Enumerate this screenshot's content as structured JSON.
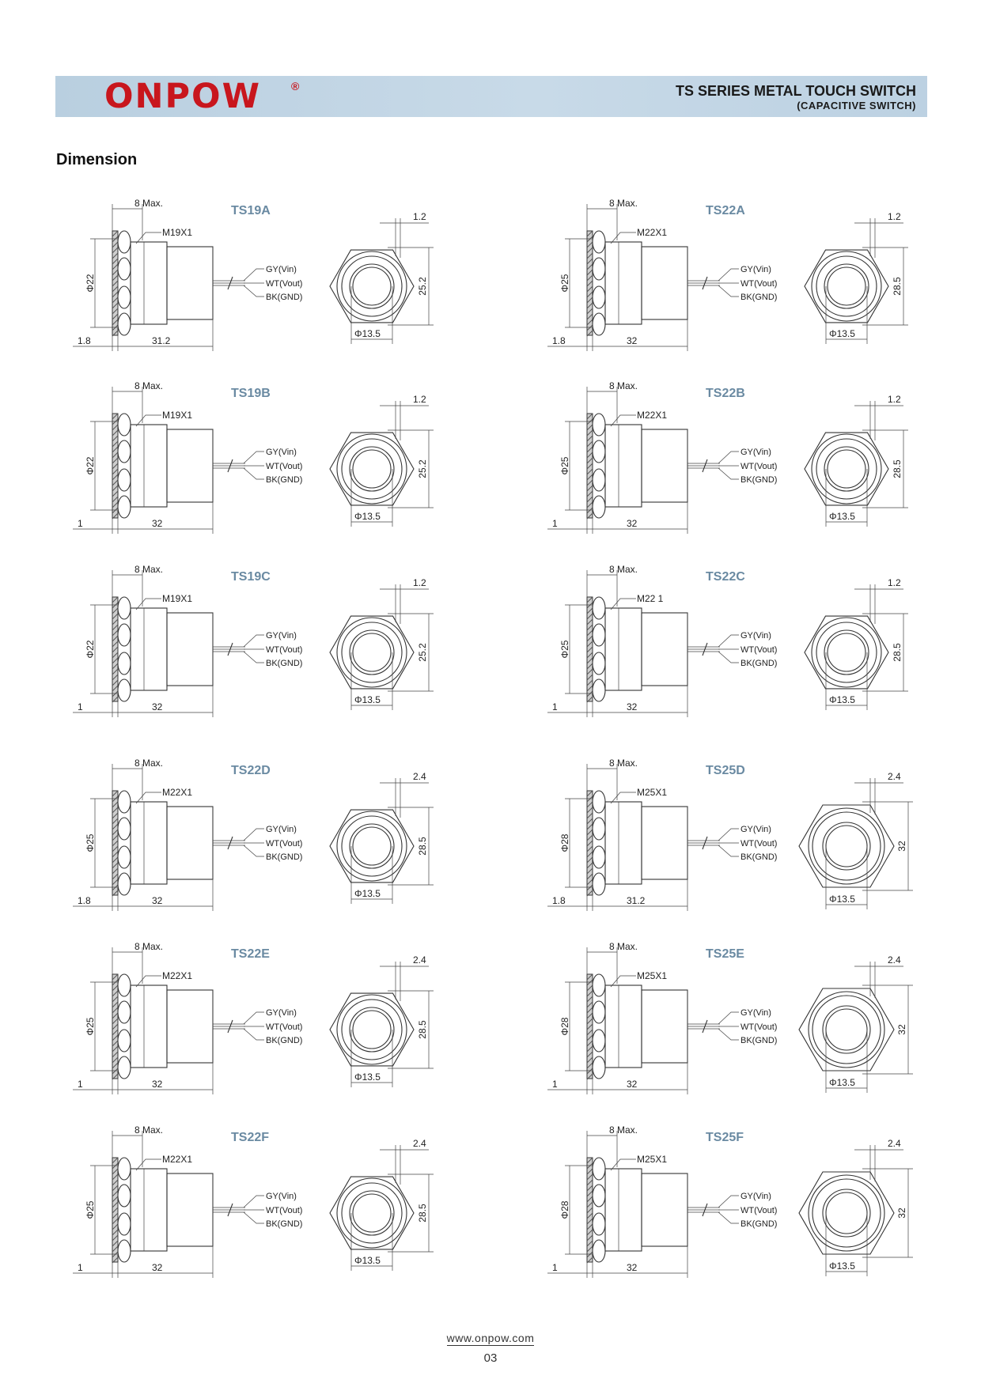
{
  "header": {
    "logo": "ONPOW",
    "registered_mark": "®",
    "title": "TS SERIES METAL TOUCH SWITCH",
    "subtitle": "(CAPACITIVE SWITCH)",
    "background_color": "#c3d6e5",
    "logo_color": "#c8161d"
  },
  "section_title": "Dimension",
  "title_color": "#6a8aa2",
  "wire_labels": [
    "GY(Vin)",
    "WT(Vout)",
    "BK(GND)"
  ],
  "drawings": [
    {
      "model": "TS19A",
      "max_label": "8 Max.",
      "thread": "M19X1",
      "phi_side": "Φ22",
      "panel": "1.8",
      "length": "31.2",
      "ring": "1.2",
      "height": "25.2",
      "front_phi": "Φ13.5"
    },
    {
      "model": "TS22A",
      "max_label": "8 Max.",
      "thread": "M22X1",
      "phi_side": "Φ25",
      "panel": "1.8",
      "length": "32",
      "ring": "1.2",
      "height": "28.5",
      "front_phi": "Φ13.5"
    },
    {
      "model": "TS19B",
      "max_label": "8 Max.",
      "thread": "M19X1",
      "phi_side": "Φ22",
      "panel": "1",
      "length": "32",
      "ring": "1.2",
      "height": "25.2",
      "front_phi": "Φ13.5"
    },
    {
      "model": "TS22B",
      "max_label": "8 Max.",
      "thread": "M22X1",
      "phi_side": "Φ25",
      "panel": "1",
      "length": "32",
      "ring": "1.2",
      "height": "28.5",
      "front_phi": "Φ13.5"
    },
    {
      "model": "TS19C",
      "max_label": "8 Max.",
      "thread": "M19X1",
      "phi_side": "Φ22",
      "panel": "1",
      "length": "32",
      "ring": "1.2",
      "height": "25.2",
      "front_phi": "Φ13.5"
    },
    {
      "model": "TS22C",
      "max_label": "8 Max.",
      "thread": "M22 1",
      "phi_side": "Φ25",
      "panel": "1",
      "length": "32",
      "ring": "1.2",
      "height": "28.5",
      "front_phi": "Φ13.5"
    },
    {
      "model": "TS22D",
      "max_label": "8 Max.",
      "thread": "M22X1",
      "phi_side": "Φ25",
      "panel": "1.8",
      "length": "32",
      "ring": "2.4",
      "height": "28.5",
      "front_phi": "Φ13.5"
    },
    {
      "model": "TS25D",
      "max_label": "8 Max.",
      "thread": "M25X1",
      "phi_side": "Φ28",
      "panel": "1.8",
      "length": "31.2",
      "ring": "2.4",
      "height": "32",
      "front_phi": "Φ13.5"
    },
    {
      "model": "TS22E",
      "max_label": "8 Max.",
      "thread": "M22X1",
      "phi_side": "Φ25",
      "panel": "1",
      "length": "32",
      "ring": "2.4",
      "height": "28.5",
      "front_phi": "Φ13.5"
    },
    {
      "model": "TS25E",
      "max_label": "8 Max.",
      "thread": "M25X1",
      "phi_side": "Φ28",
      "panel": "1",
      "length": "32",
      "ring": "2.4",
      "height": "32",
      "front_phi": "Φ13.5"
    },
    {
      "model": "TS22F",
      "max_label": "8 Max.",
      "thread": "M22X1",
      "phi_side": "Φ25",
      "panel": "1",
      "length": "32",
      "ring": "2.4",
      "height": "28.5",
      "front_phi": "Φ13.5"
    },
    {
      "model": "TS25F",
      "max_label": "8 Max.",
      "thread": "M25X1",
      "phi_side": "Φ28",
      "panel": "1",
      "length": "32",
      "ring": "2.4",
      "height": "32",
      "front_phi": "Φ13.5"
    }
  ],
  "footer": {
    "url": "www.onpow.com",
    "page_number": "03"
  }
}
